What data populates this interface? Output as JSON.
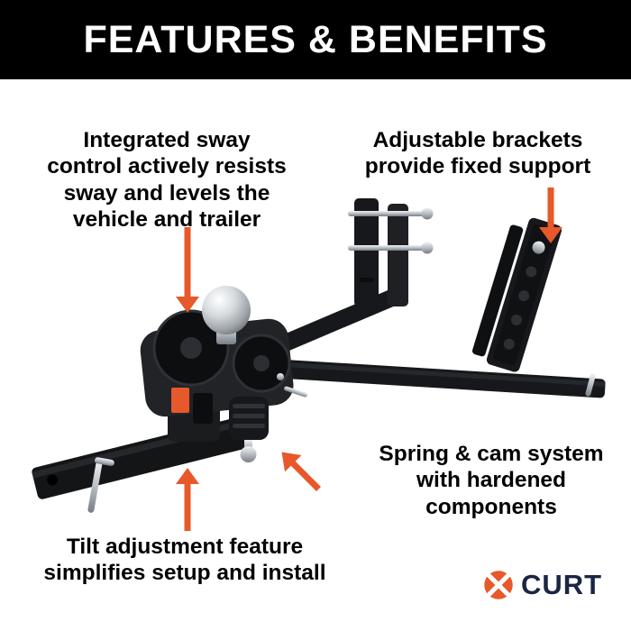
{
  "banner": {
    "title": "FEATURES & BENEFITS"
  },
  "callouts": {
    "sway": {
      "lines": [
        "Integrated sway",
        "control actively resists",
        "sway and levels the",
        "vehicle and trailer"
      ]
    },
    "brackets": {
      "lines": [
        "Adjustable brackets",
        "provide fixed support"
      ]
    },
    "spring_cam": {
      "lines": [
        "Spring & cam system",
        "with hardened",
        "components"
      ]
    },
    "tilt": {
      "lines": [
        "Tilt adjustment feature",
        "simplifies setup and install"
      ]
    }
  },
  "logo": {
    "brand": "CURT"
  },
  "icons": {
    "sway_arrow": "arrow-down",
    "brackets_arrow": "arrow-down",
    "spring_cam_arrow": "arrow-up-left",
    "tilt_arrow": "arrow-up",
    "logo_emblem": "four-lobe-pinwheel"
  },
  "colors": {
    "accent": "#E7582A",
    "banner_bg": "#000000",
    "banner_text": "#FFFFFF",
    "text": "#000000",
    "logo_text": "#1B2643"
  }
}
